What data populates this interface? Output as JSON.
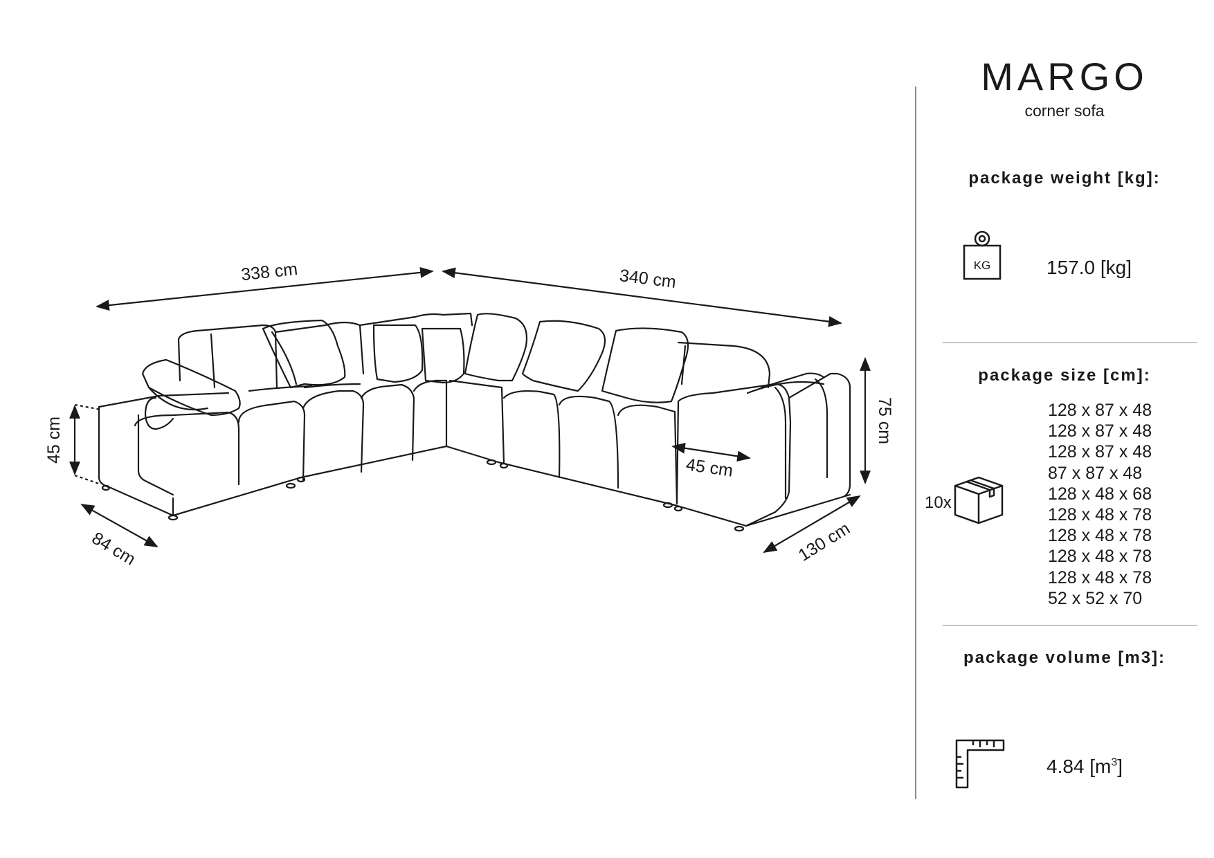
{
  "product": {
    "name": "MARGO",
    "type": "corner sofa"
  },
  "dimensions": {
    "width_left": "338 cm",
    "width_right": "340 cm",
    "height": "75 cm",
    "seat_height": "45 cm",
    "seat_depth": "45 cm",
    "depth_left": "84 cm",
    "depth_right": "130 cm"
  },
  "weight": {
    "heading": "package weight [kg]:",
    "icon": "weight-kg-icon",
    "icon_label": "KG",
    "value": "157.0 [kg]"
  },
  "size": {
    "heading": "package size [cm]:",
    "icon": "box-icon",
    "count": "10x",
    "packages": [
      "128 x 87 x 48",
      "128 x 87 x 48",
      "128 x 87 x 48",
      "87 x 87 x 48",
      "128 x 48 x 68",
      "128 x 48 x 78",
      "128 x 48 x 78",
      "128 x 48 x 78",
      "128 x 48 x 78",
      "52 x 52 x 70"
    ]
  },
  "volume": {
    "heading": "package volume [m3]:",
    "icon": "ruler-corner-icon",
    "value": "4.84 [m",
    "unit_sup": "3",
    "suffix": "]"
  }
}
